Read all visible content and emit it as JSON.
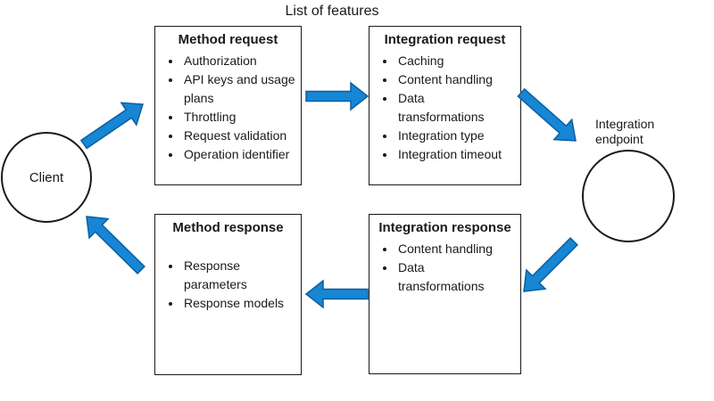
{
  "title": "List of features",
  "colors": {
    "arrow_fill": "#1686D5",
    "arrow_border": "#0C5E9E",
    "box_border": "#1A1A1A",
    "text": "#1A1A1A",
    "background": "#FFFFFF"
  },
  "nodes": {
    "client": {
      "label": "Client"
    },
    "integration_endpoint": {
      "label": "Integration endpoint"
    }
  },
  "boxes": [
    {
      "id": "method-request",
      "title": "Method request",
      "items": [
        "Authorization",
        "API keys and usage plans",
        "Throttling",
        "Request validation",
        "Operation identifier"
      ]
    },
    {
      "id": "integration-request",
      "title": "Integration request",
      "items": [
        "Caching",
        "Content handling",
        "Data transformations",
        "Integration type",
        "Integration timeout"
      ]
    },
    {
      "id": "method-response",
      "title": "Method response",
      "items": [
        "Response parameters",
        "Response models"
      ]
    },
    {
      "id": "integration-response",
      "title": "Integration response",
      "items": [
        "Content handling",
        "Data transformations"
      ]
    }
  ],
  "connections": [
    {
      "id": "client-to-method-request",
      "from": "client",
      "to": "method-request"
    },
    {
      "id": "method-request-to-integration-request",
      "from": "method-request",
      "to": "integration-request"
    },
    {
      "id": "integration-request-to-integration-endpoint",
      "from": "integration-request",
      "to": "integration-endpoint"
    },
    {
      "id": "integration-endpoint-to-integration-response",
      "from": "integration-endpoint",
      "to": "integration-response"
    },
    {
      "id": "integration-response-to-method-response",
      "from": "integration-response",
      "to": "method-response"
    },
    {
      "id": "method-response-to-client",
      "from": "method-response",
      "to": "client"
    }
  ]
}
